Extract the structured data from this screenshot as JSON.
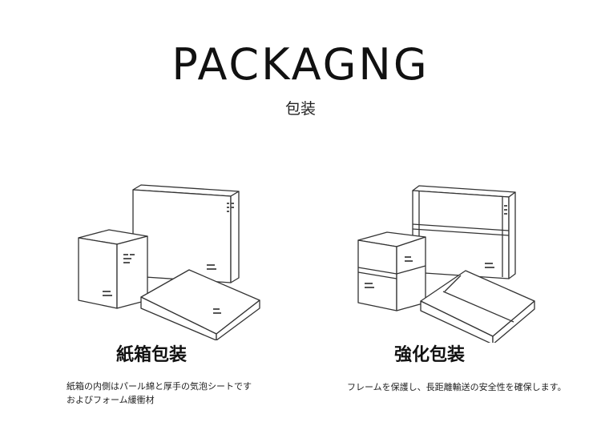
{
  "header": {
    "title": "PACKAGNG",
    "subtitle": "包装"
  },
  "options": [
    {
      "title": "紙箱包装",
      "desc_lines": [
        "紙箱の内側はパール綿と厚手の気泡シートです",
        "およびフォーム緩衝材"
      ]
    },
    {
      "title": "強化包装",
      "desc_lines": [
        "フレームを保護し、長距離輸送の安全性を確保します。"
      ]
    }
  ],
  "colors": {
    "line": "#333333",
    "text": "#111111",
    "background": "#ffffff"
  }
}
